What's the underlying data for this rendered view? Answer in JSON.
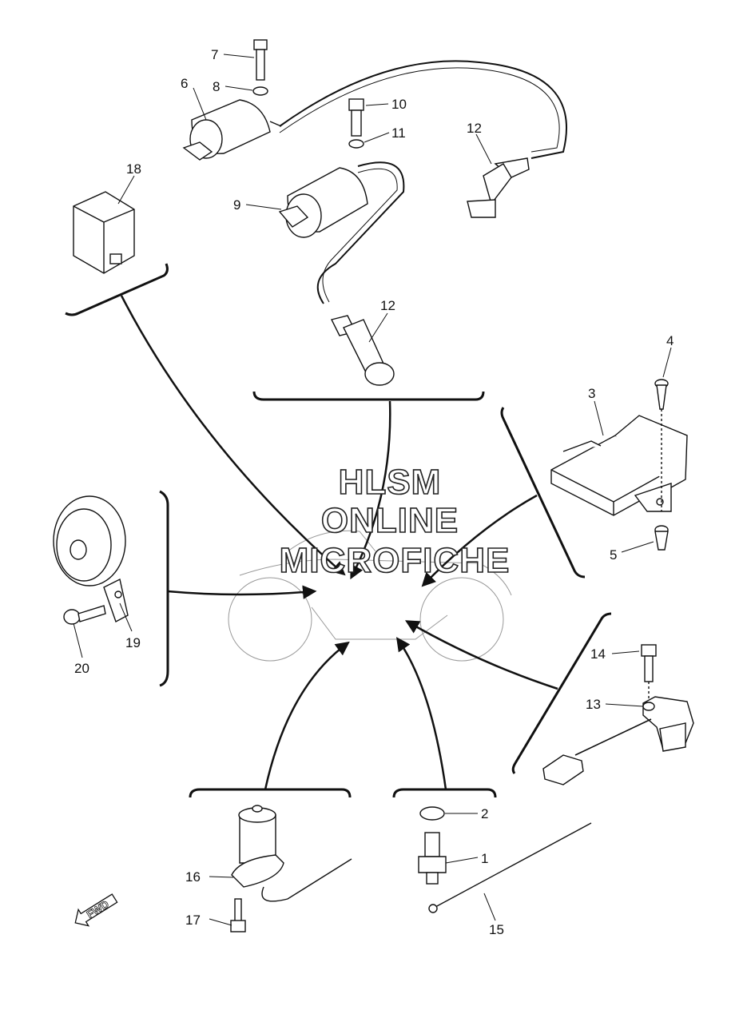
{
  "watermark": {
    "line1": "HLSM",
    "line2": "ONLINE",
    "line3": "MICROFICHE"
  },
  "fwd_label": "FWD",
  "callouts": [
    {
      "id": "c7",
      "text": "7"
    },
    {
      "id": "c6",
      "text": "6"
    },
    {
      "id": "c8",
      "text": "8"
    },
    {
      "id": "c10",
      "text": "10"
    },
    {
      "id": "c11",
      "text": "11"
    },
    {
      "id": "c12a",
      "text": "12"
    },
    {
      "id": "c18",
      "text": "18"
    },
    {
      "id": "c9",
      "text": "9"
    },
    {
      "id": "c12b",
      "text": "12"
    },
    {
      "id": "c4",
      "text": "4"
    },
    {
      "id": "c3",
      "text": "3"
    },
    {
      "id": "c5",
      "text": "5"
    },
    {
      "id": "c19",
      "text": "19"
    },
    {
      "id": "c20",
      "text": "20"
    },
    {
      "id": "c14",
      "text": "14"
    },
    {
      "id": "c13",
      "text": "13"
    },
    {
      "id": "c2",
      "text": "2"
    },
    {
      "id": "c1",
      "text": "1"
    },
    {
      "id": "c16",
      "text": "16"
    },
    {
      "id": "c17",
      "text": "17"
    },
    {
      "id": "c15",
      "text": "15"
    }
  ],
  "colors": {
    "line": "#111111",
    "part_fill": "#ffffff",
    "shade": "#d9d9d9"
  }
}
